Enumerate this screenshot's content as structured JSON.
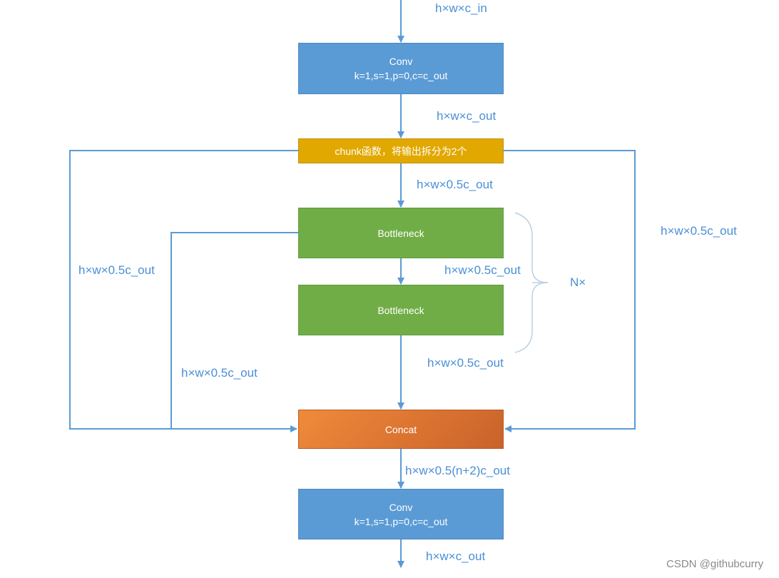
{
  "colors": {
    "line": "#5b9bd5",
    "label": "#4a8fd6",
    "conv": "#5b9bd5",
    "chunk": "#e1a800",
    "bottleneck": "#70ad47",
    "concat": "#e07b39",
    "brace": "#bcd0e4"
  },
  "nodes": {
    "conv_top": {
      "title": "Conv",
      "params": "k=1,s=1,p=0,c=c_out"
    },
    "chunk": {
      "label": "chunk函数，将输出拆分为2个"
    },
    "bottleneck_1": {
      "label": "Bottleneck"
    },
    "bottleneck_2": {
      "label": "Bottleneck"
    },
    "concat": {
      "label": "Concat"
    },
    "conv_bottom": {
      "title": "Conv",
      "params": "k=1,s=1,p=0,c=c_out"
    }
  },
  "labels": {
    "input": "h×w×c_in",
    "conv_out": "h×w×c_out",
    "chunk_out": "h×w×0.5c_out",
    "right_branch": "h×w×0.5c_out",
    "left_branch": "h×w×0.5c_out",
    "between_bottlenecks": "h×w×0.5c_out",
    "bottleneck_out": "h×w×0.5c_out",
    "skip_branch": "h×w×0.5c_out",
    "concat_out": "h×w×0.5(n+2)c_out",
    "output": "h×w×c_out",
    "repeat": "N×"
  },
  "watermark": "CSDN @githubcurry"
}
